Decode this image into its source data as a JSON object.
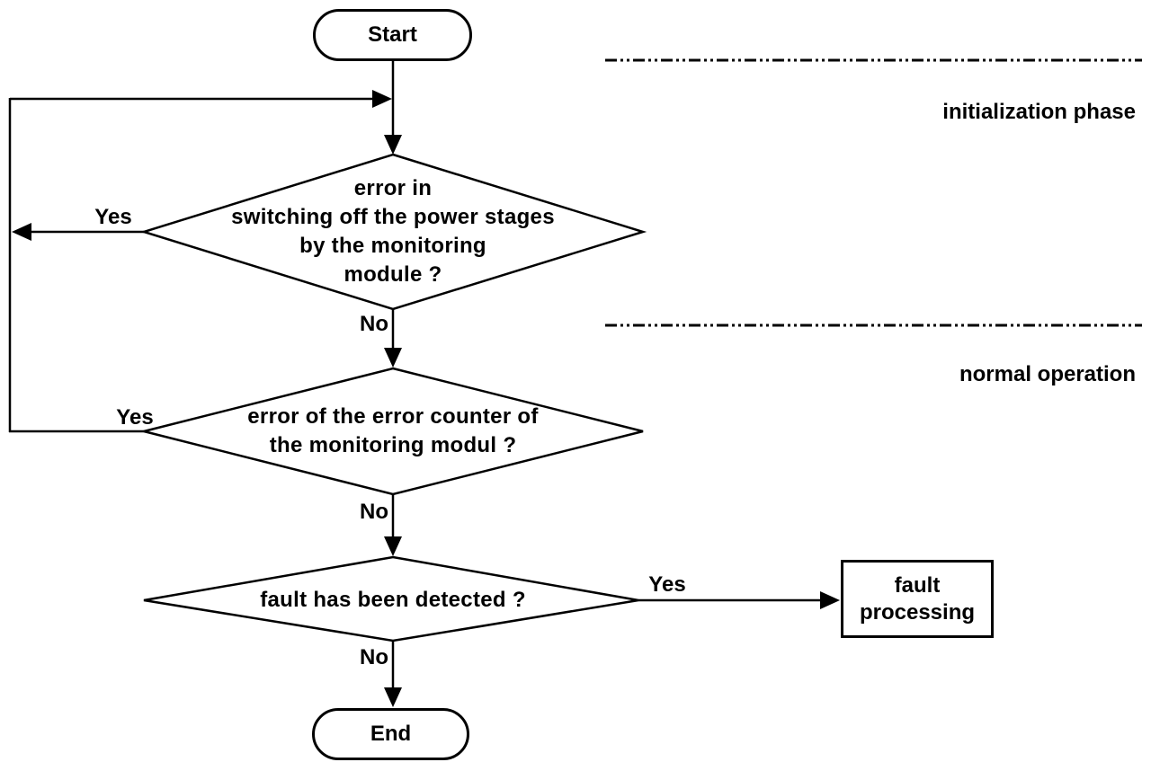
{
  "colors": {
    "ink": "#000000",
    "paper": "#ffffff"
  },
  "nodes": {
    "start": {
      "label": "Start"
    },
    "decision_power_stages": {
      "label": "error in\nswitching off the power stages\nby the monitoring\nmodule ?"
    },
    "decision_error_counter": {
      "label": "error of the error counter of\nthe monitoring modul ?"
    },
    "decision_fault_detected": {
      "label": "fault has been detected ?"
    },
    "fault_processing": {
      "label": "fault\nprocessing"
    },
    "end": {
      "label": "End"
    }
  },
  "edge_labels": {
    "d1_yes": "Yes",
    "d1_no": "No",
    "d2_yes": "Yes",
    "d2_no": "No",
    "d3_yes": "Yes",
    "d3_no": "No"
  },
  "phases": {
    "initialization": "initialization phase",
    "normal": "normal operation"
  }
}
